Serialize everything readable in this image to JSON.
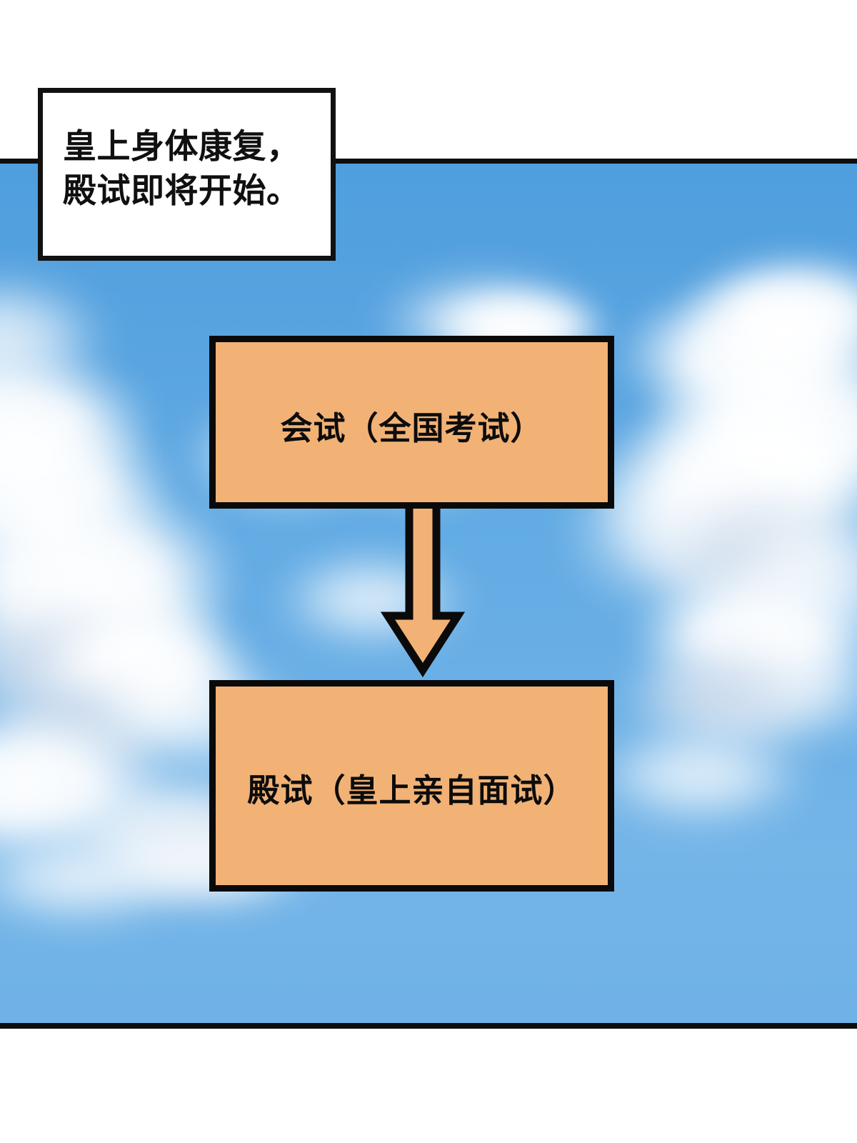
{
  "panel": {
    "background_kind": "sky-with-clouds",
    "sky_color": "#5CA5E0",
    "cloud_color": "#FFFFFF",
    "border_color": "#0D0D0D"
  },
  "dialogue": {
    "text": "皇上身体康复，\n殿试即将开始。",
    "background": "#FFFFFF",
    "border_color": "#111111",
    "text_color": "#101010"
  },
  "flowchart": {
    "box_fill": "#F2B275",
    "box_border": "#0A0A0A",
    "nodes": [
      {
        "label": "会试（全国考试）"
      },
      {
        "label": "殿试（皇上亲自面试）"
      }
    ],
    "connector": {
      "kind": "down-arrow",
      "fill": "#F2B275",
      "stroke": "#0A0A0A"
    }
  }
}
